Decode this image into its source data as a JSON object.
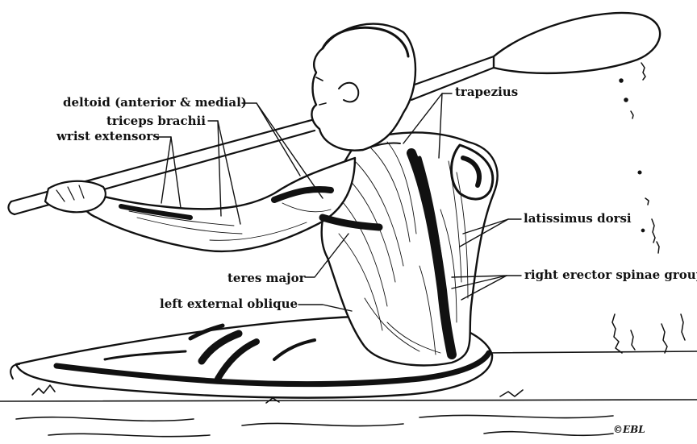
{
  "labels": {
    "deltoid": "deltoid (anterior & medial)",
    "triceps": "triceps brachii",
    "wrist": "wrist extensors",
    "trapezius": "trapezius",
    "latissimus": "latissimus dorsi",
    "teres": "teres major",
    "erector": "right erector spinae group",
    "oblique": "left external oblique"
  },
  "signature": "©EBL",
  "colors": {
    "ink": "#111111",
    "paper": "#ffffff"
  }
}
